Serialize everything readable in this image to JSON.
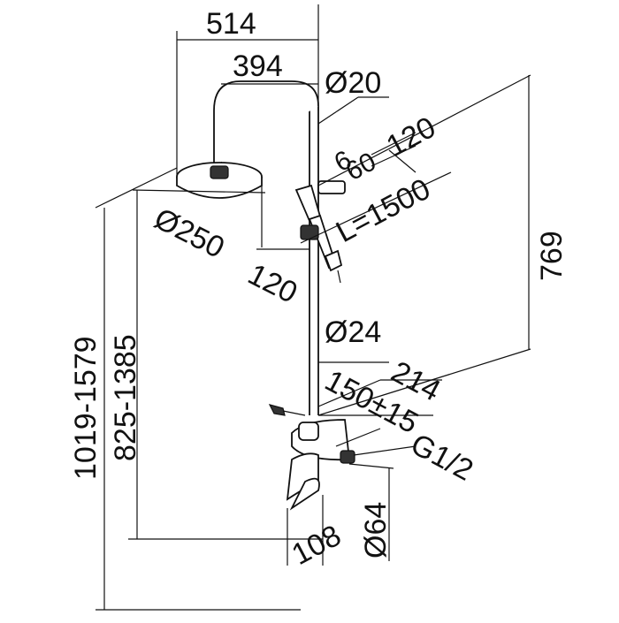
{
  "diagram": {
    "type": "technical-dimension-drawing",
    "line_color": "#111111",
    "background": "#ffffff",
    "dimensions": {
      "width_overall": "514",
      "arm_reach": "394",
      "arm_tube_diameter": "Ø20",
      "hand_shower_offset_1": "120",
      "hand_shower_size": "60",
      "hand_shower_hook": "6",
      "hose_length": "L=1500",
      "rain_head_diameter": "Ø250",
      "rain_head_projection": "120",
      "riser_height": "769",
      "riser_diameter": "Ø24",
      "wall_depth": "214",
      "inlet_spacing": "150±15",
      "inlet_thread": "G1/2",
      "spout_width": "108",
      "mixer_diameter": "Ø64",
      "inner_height_range": "825-1385",
      "outer_height_range": "1019-1579"
    }
  }
}
